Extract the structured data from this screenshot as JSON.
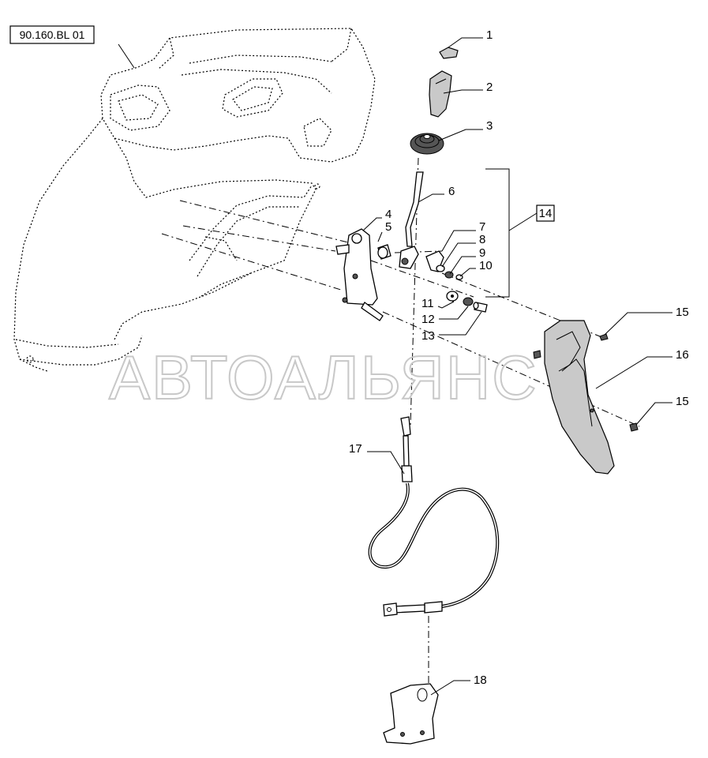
{
  "reference": "90.160.BL 01",
  "watermark": "АВТОАЛЬЯНС",
  "group_label": "14",
  "callouts": [
    "1",
    "2",
    "3",
    "4",
    "5",
    "6",
    "7",
    "8",
    "9",
    "10",
    "11",
    "12",
    "13",
    "15",
    "16",
    "15",
    "17",
    "18"
  ]
}
